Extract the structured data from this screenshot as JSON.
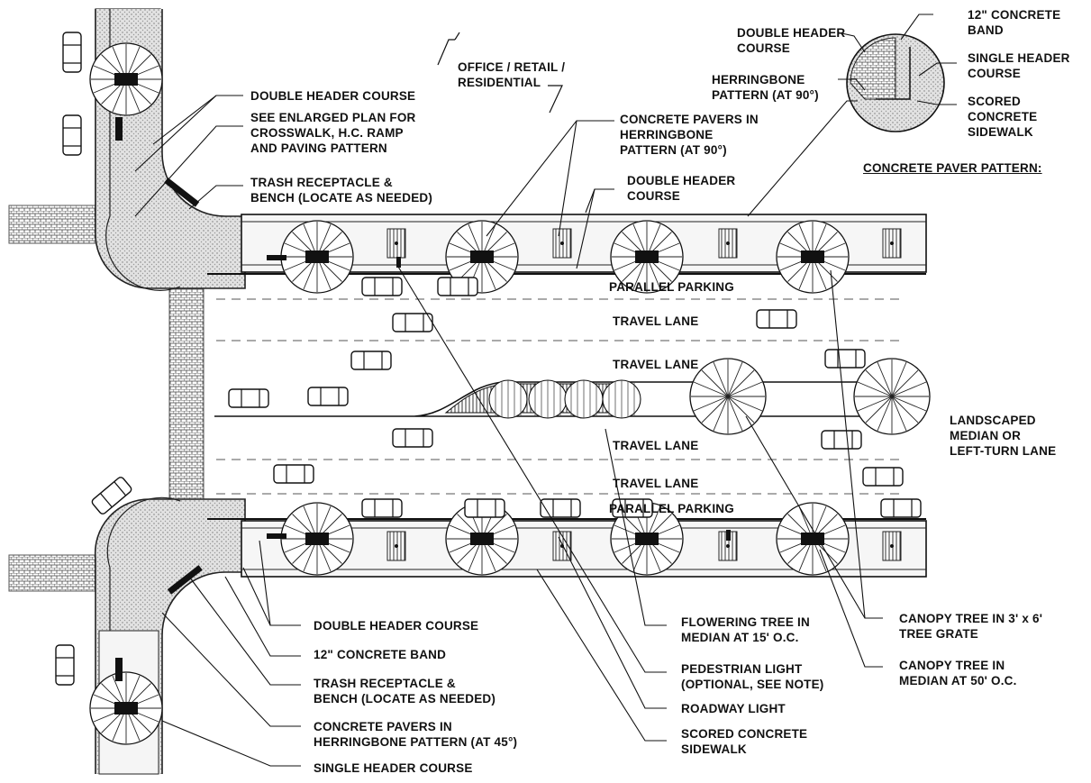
{
  "labels": {
    "use": [
      "OFFICE / RETAIL /",
      "RESIDENTIAL"
    ],
    "paver_pattern": {
      "title": "CONCRETE PAVER PATTERN:",
      "double_header": [
        "DOUBLE HEADER",
        "COURSE"
      ],
      "herringbone": [
        "HERRINGBONE",
        "PATTERN (AT 90°)"
      ],
      "concrete_band": [
        "12\" CONCRETE",
        "BAND"
      ],
      "single_header": [
        "SINGLE HEADER",
        "COURSE"
      ],
      "scored": [
        "SCORED",
        "CONCRETE",
        "SIDEWALK"
      ]
    },
    "top_left": {
      "double_header": "DOUBLE HEADER COURSE",
      "enlarged_plan": [
        "SEE ENLARGED PLAN FOR",
        "CROSSWALK, H.C. RAMP",
        "AND PAVING PATTERN"
      ],
      "trash_bench": [
        "TRASH RECEPTACLE &",
        "BENCH (LOCATE AS NEEDED)"
      ]
    },
    "top_middle": {
      "pavers": [
        "CONCRETE PAVERS IN",
        "HERRINGBONE",
        "PATTERN (AT 90°)"
      ],
      "double_header": [
        "DOUBLE HEADER",
        "COURSE"
      ]
    },
    "street": {
      "parking_top": "PARALLEL PARKING",
      "lane1": "TRAVEL LANE",
      "lane2": "TRAVEL LANE",
      "lane3": "TRAVEL LANE",
      "lane4": "TRAVEL LANE",
      "parking_bottom": "PARALLEL PARKING"
    },
    "median": [
      "LANDSCAPED",
      "MEDIAN OR",
      "LEFT-TURN LANE"
    ],
    "bottom_left": {
      "double_header": "DOUBLE HEADER COURSE",
      "concrete_band": "12\" CONCRETE BAND",
      "trash_bench": [
        "TRASH RECEPTACLE &",
        "BENCH (LOCATE AS NEEDED)"
      ],
      "pavers": [
        "CONCRETE PAVERS IN",
        "HERRINGBONE PATTERN (AT 45°)"
      ],
      "single_header": "SINGLE HEADER COURSE"
    },
    "bottom_middle": {
      "flowering_tree": [
        "FLOWERING TREE IN",
        "MEDIAN AT 15' O.C."
      ],
      "ped_light": [
        "PEDESTRIAN LIGHT",
        "(OPTIONAL, SEE NOTE)"
      ],
      "roadway_light": "ROADWAY LIGHT",
      "scored_sidewalk": [
        "SCORED CONCRETE",
        "SIDEWALK"
      ]
    },
    "bottom_right": {
      "canopy_grate": [
        "CANOPY TREE IN 3' x 6'",
        "TREE GRATE"
      ],
      "canopy_median": [
        "CANOPY TREE IN",
        "MEDIAN AT 50' O.C."
      ]
    }
  }
}
